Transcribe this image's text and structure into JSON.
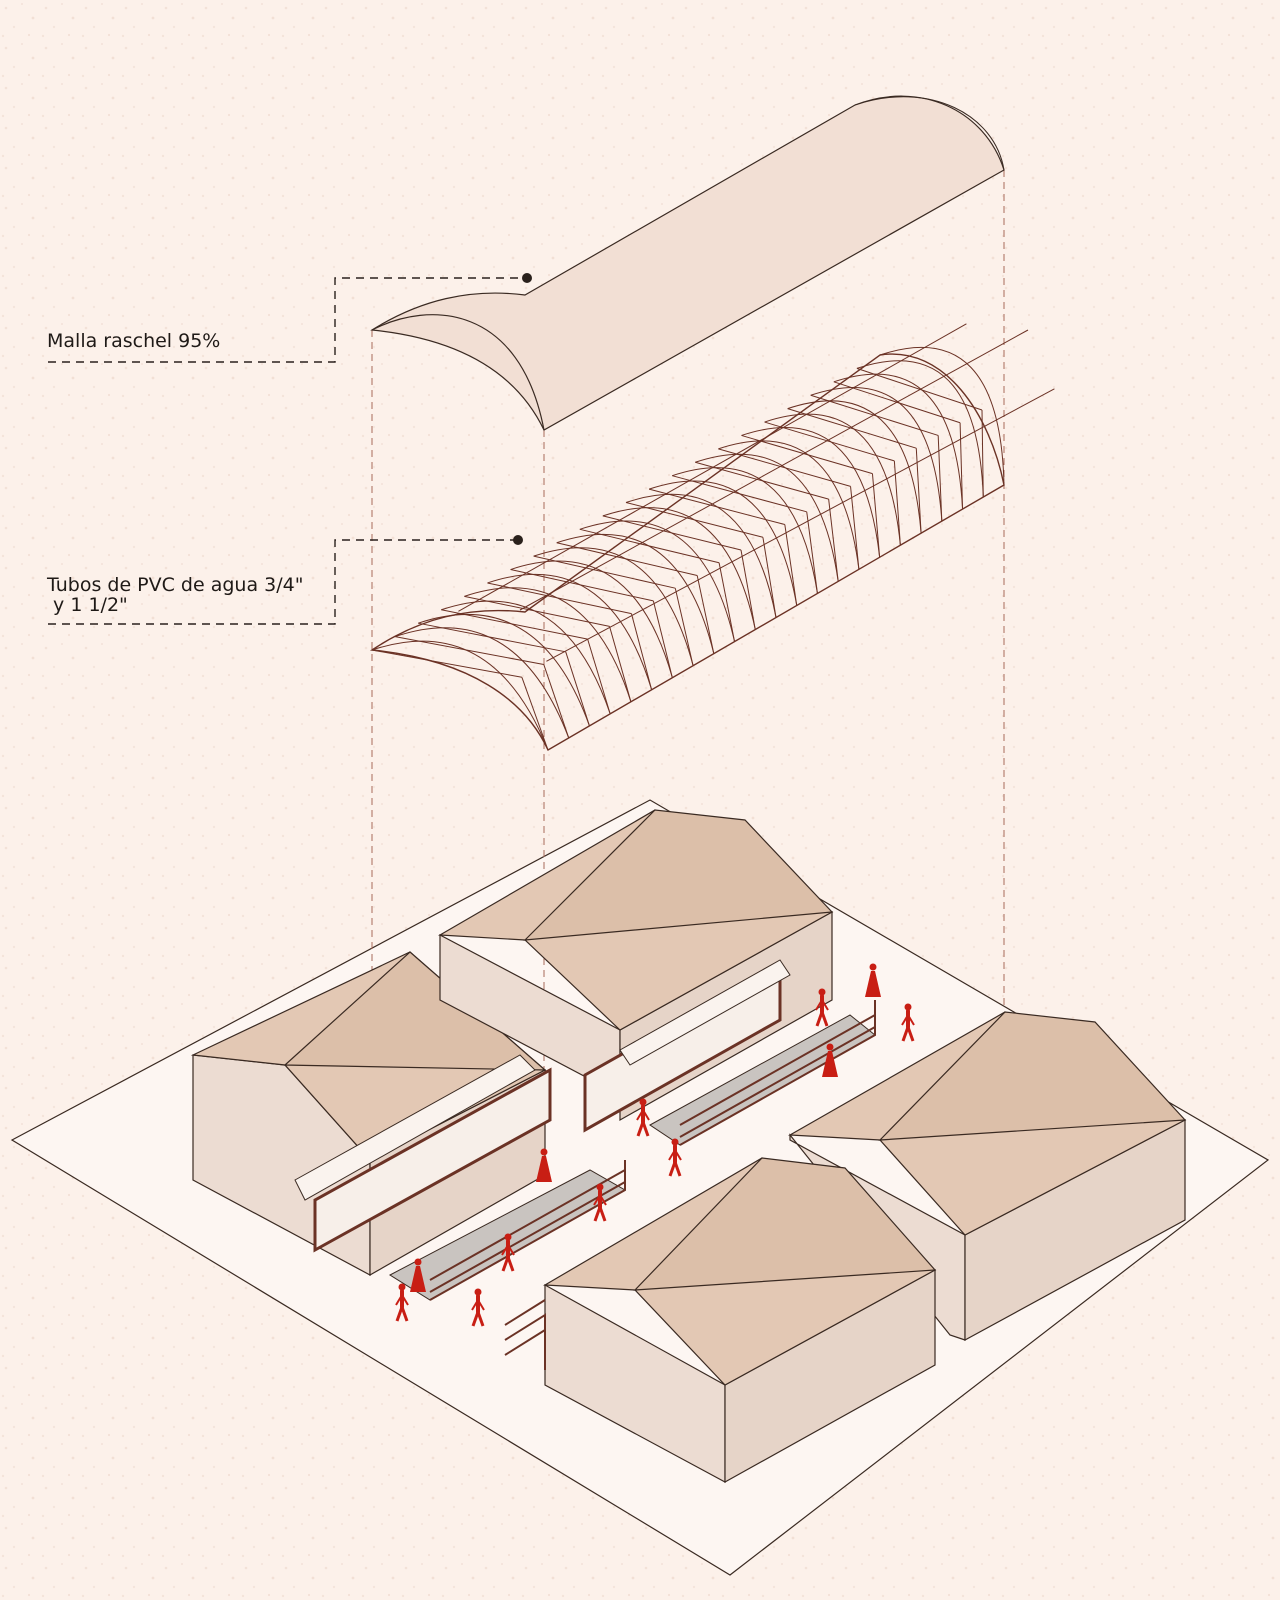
{
  "callouts": [
    {
      "id": "mesh",
      "text": "Malla raschel 95%"
    },
    {
      "id": "pvc",
      "text_line1": "Tubos de PVC de agua 3/4\"",
      "text_line2": " y 1 1/2\""
    }
  ],
  "colors": {
    "background": "#fcf1ea",
    "ground": "#fdf6f2",
    "roof": "#e3c8b4",
    "wall": "#ecdcd2",
    "wall_shade": "#e6d4c8",
    "canopy": "#f2dfd4",
    "frame": "#6b3225",
    "people": "#c81e14",
    "line": "#3a2a22",
    "walkway": "#c9c4c0"
  },
  "icons": [
    "exploded-axonometric",
    "person-figure"
  ]
}
